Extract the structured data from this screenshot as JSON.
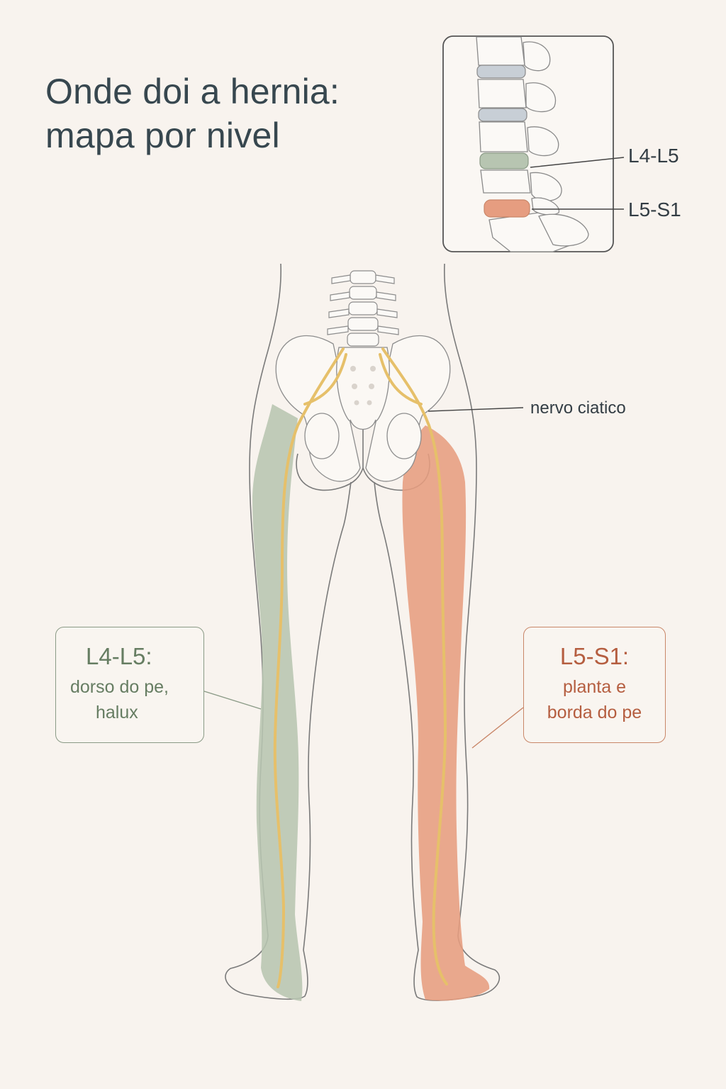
{
  "title": {
    "line1": "Onde doi a hernia:",
    "line2": "mapa por nivel"
  },
  "inset": {
    "labels": {
      "l4l5": "L4-L5",
      "l5s1": "L5-S1"
    }
  },
  "nerve_label": "nervo ciatico",
  "callouts": {
    "left": {
      "heading": "L4-L5:",
      "line1": "dorso do pe,",
      "line2": "halux"
    },
    "right": {
      "heading": "L5-S1:",
      "line1": "planta e",
      "line2": "borda do pe"
    }
  },
  "colors": {
    "background": "#f8f3ee",
    "l4l5_green": "#b7c5b1",
    "l5s1_orange": "#e69d80",
    "nerve_yellow": "#e6c06a",
    "outline": "#6b6b6b",
    "disc_gray": "#c8cfd6"
  }
}
